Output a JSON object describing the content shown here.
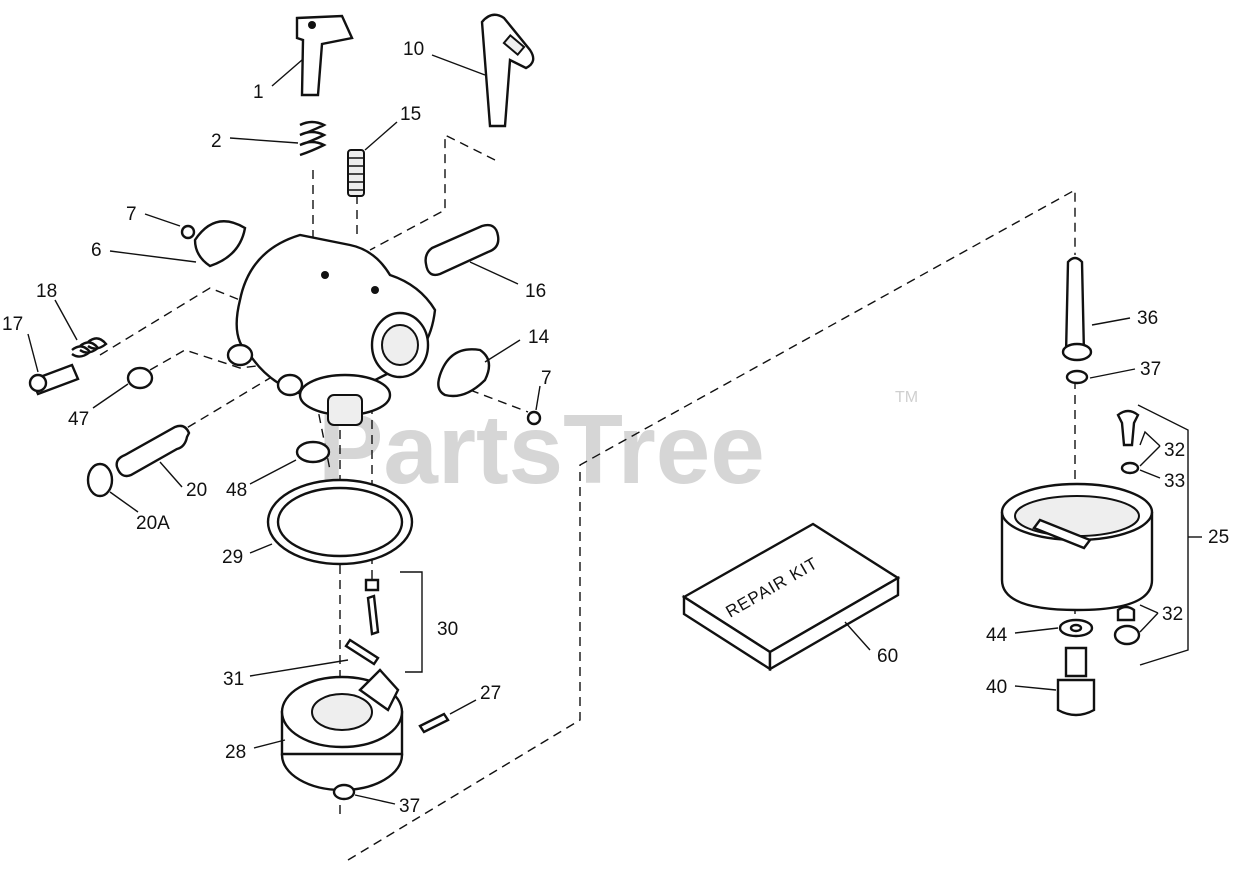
{
  "watermark": {
    "text": "PartsTree",
    "mark": "TM"
  },
  "kit": {
    "label": "REPAIR KIT"
  },
  "callouts": [
    {
      "id": "c1",
      "label": "1"
    },
    {
      "id": "c2",
      "label": "2"
    },
    {
      "id": "c10",
      "label": "10"
    },
    {
      "id": "c15",
      "label": "15"
    },
    {
      "id": "c7a",
      "label": "7"
    },
    {
      "id": "c6",
      "label": "6"
    },
    {
      "id": "c16",
      "label": "16"
    },
    {
      "id": "c18",
      "label": "18"
    },
    {
      "id": "c17",
      "label": "17"
    },
    {
      "id": "c14",
      "label": "14"
    },
    {
      "id": "c7b",
      "label": "7"
    },
    {
      "id": "c47",
      "label": "47"
    },
    {
      "id": "c20",
      "label": "20"
    },
    {
      "id": "c48",
      "label": "48"
    },
    {
      "id": "c20a",
      "label": "20A"
    },
    {
      "id": "c29",
      "label": "29"
    },
    {
      "id": "c30",
      "label": "30"
    },
    {
      "id": "c31",
      "label": "31"
    },
    {
      "id": "c27",
      "label": "27"
    },
    {
      "id": "c28",
      "label": "28"
    },
    {
      "id": "c37a",
      "label": "37"
    },
    {
      "id": "c60",
      "label": "60"
    },
    {
      "id": "c36",
      "label": "36"
    },
    {
      "id": "c37b",
      "label": "37"
    },
    {
      "id": "c32a",
      "label": "32"
    },
    {
      "id": "c33",
      "label": "33"
    },
    {
      "id": "c25",
      "label": "25"
    },
    {
      "id": "c32b",
      "label": "32"
    },
    {
      "id": "c44",
      "label": "44"
    },
    {
      "id": "c40",
      "label": "40"
    }
  ]
}
